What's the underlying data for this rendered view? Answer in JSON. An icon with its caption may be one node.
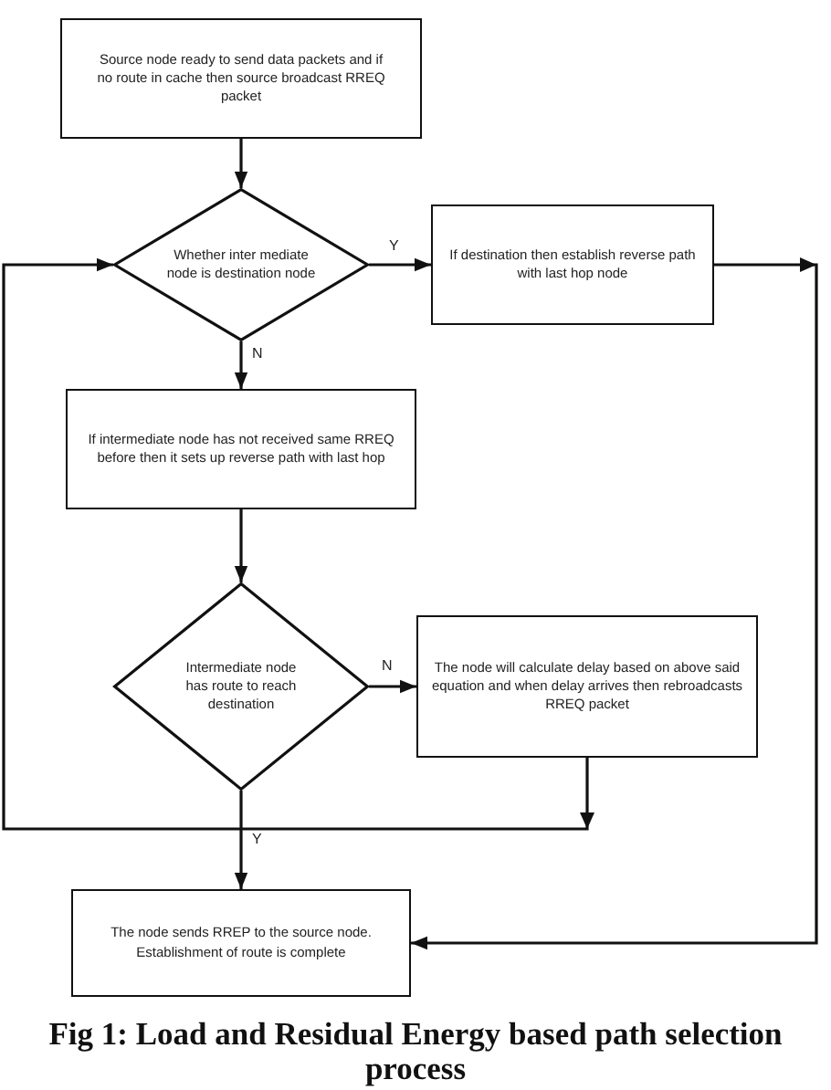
{
  "diagram": {
    "caption": "Fig 1: Load and Residual Energy based path selection process",
    "nodes": [
      {
        "text": [
          "Source node ready to send data packets and if no route in cache then source broadcast RREQ packet"
        ]
      },
      {
        "text": [
          "Whether inter mediate node is destination node"
        ]
      },
      {
        "text": [
          "If destination then establish reverse path with last hop node"
        ]
      },
      {
        "text": [
          "If intermediate node has not received same RREQ before then it sets up reverse path with last hop"
        ]
      },
      {
        "text": [
          "Intermediate node has route to reach destination"
        ]
      },
      {
        "text": [
          "The node will calculate delay based on above said equation and when delay arrives then rebroadcasts RREQ packet"
        ]
      },
      {
        "text": [
          "The node sends RREP to the source node. Establishment of route is complete"
        ]
      }
    ],
    "edges": [
      {
        "from": 0,
        "to": 1,
        "arrow": "to"
      },
      {
        "from": 1,
        "to": 2,
        "arrow": "to",
        "label": "Y"
      },
      {
        "from": 1,
        "to": 3,
        "arrow": "to",
        "label": "N"
      },
      {
        "from": 3,
        "to": 4,
        "arrow": "to"
      },
      {
        "from": 4,
        "to": 5,
        "arrow": "to",
        "label": "N"
      },
      {
        "from": 4,
        "to": 6,
        "arrow": "to",
        "label": "Y"
      },
      {
        "from": 5,
        "to": 1,
        "arrow": "to"
      },
      {
        "from": 2,
        "to": 6,
        "arrow": "to"
      }
    ]
  }
}
